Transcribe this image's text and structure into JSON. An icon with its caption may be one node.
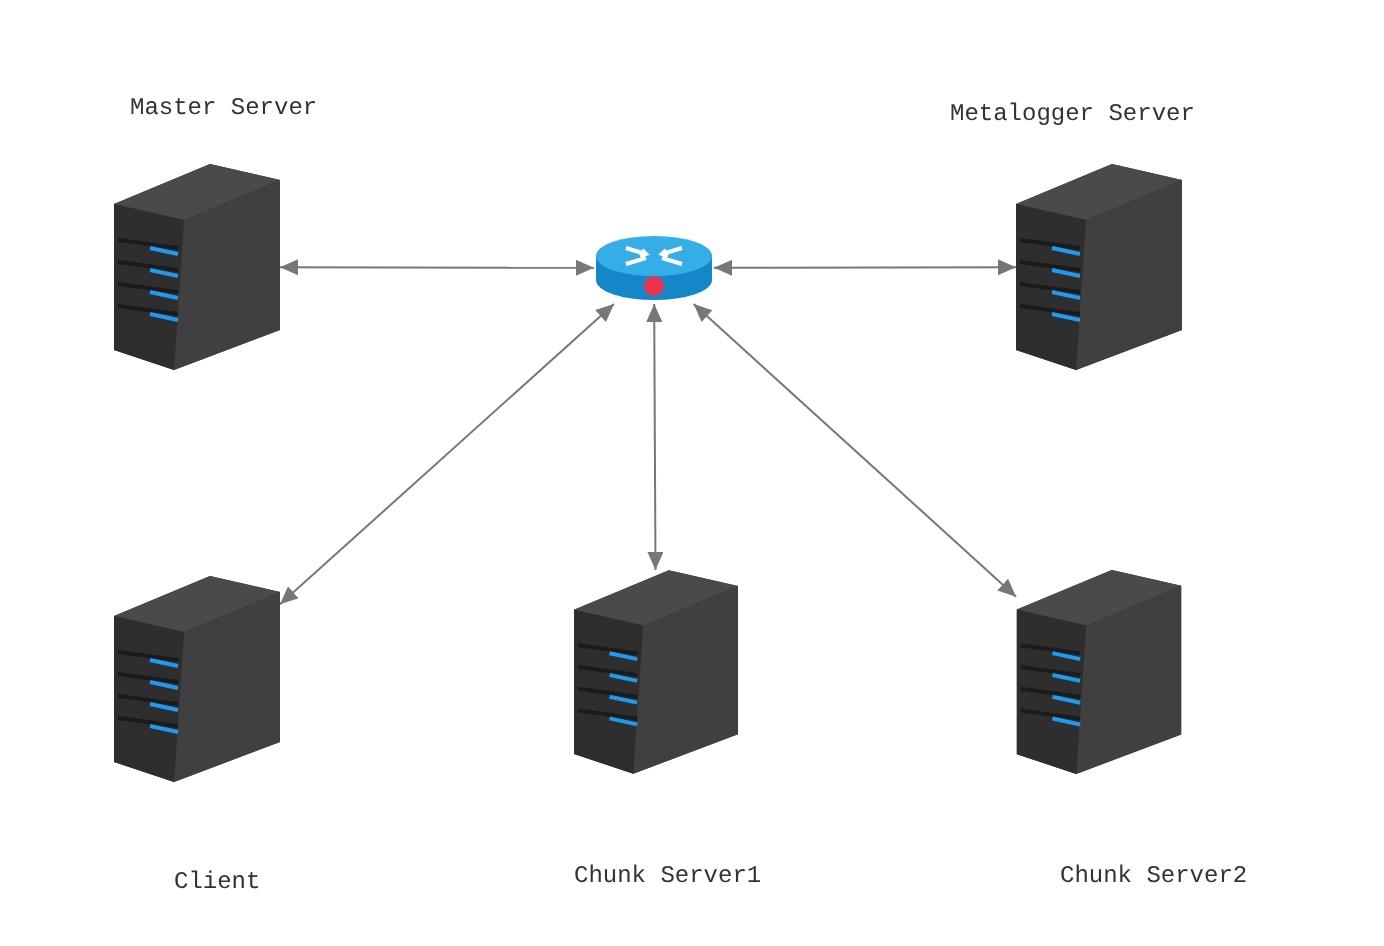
{
  "diagram": {
    "nodes": [
      {
        "text": [
          "Master Server"
        ]
      },
      {
        "text": [],
        "shape": "router"
      },
      {
        "text": [
          "Metalogger Server"
        ]
      },
      {
        "text": [
          "Client"
        ]
      },
      {
        "text": [
          "Chunk Server1"
        ]
      },
      {
        "text": [
          "Chunk Server2"
        ]
      }
    ],
    "edges": [
      {
        "from": 0,
        "to": 1,
        "arrow": "both"
      },
      {
        "from": 1,
        "to": 2,
        "arrow": "both"
      },
      {
        "from": 1,
        "to": 3,
        "arrow": "both"
      },
      {
        "from": 1,
        "to": 4,
        "arrow": "both"
      },
      {
        "from": 1,
        "to": 5,
        "arrow": "both"
      }
    ]
  }
}
